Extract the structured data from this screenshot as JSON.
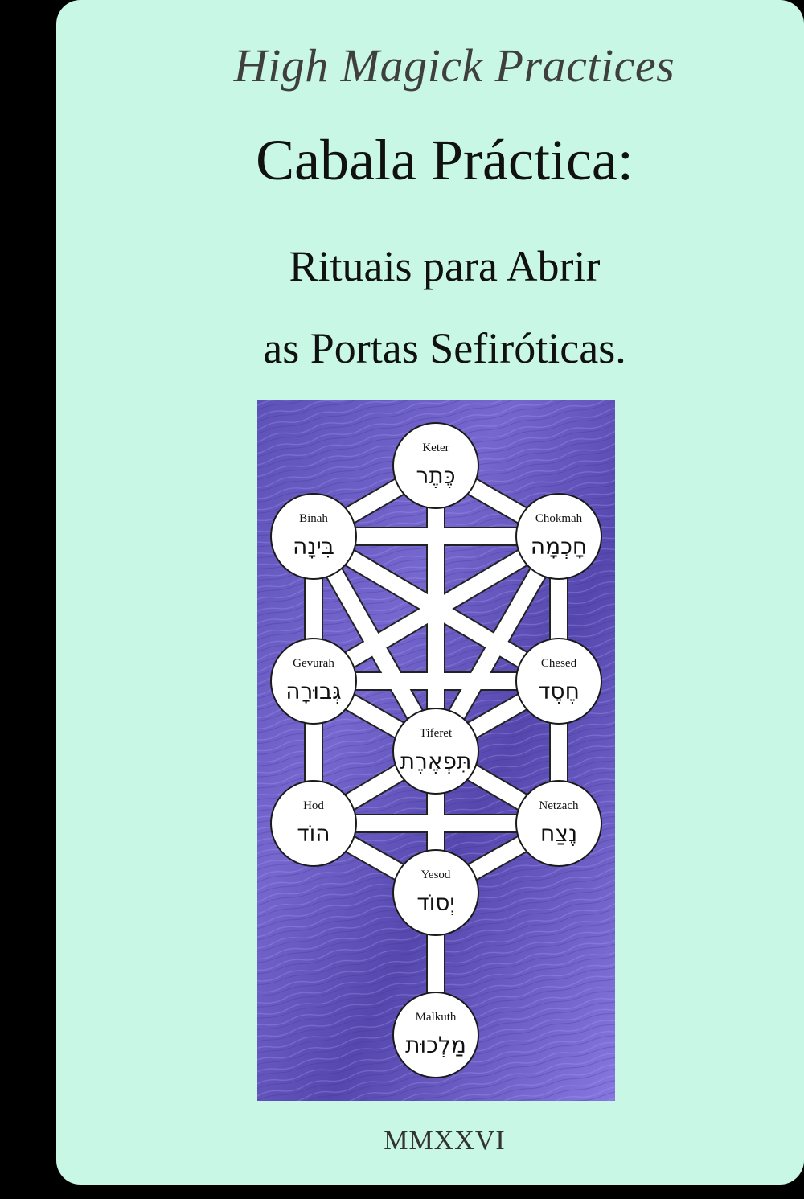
{
  "cover": {
    "series": "High Magick Practices",
    "title": "Cabala Práctica:",
    "subtitle_line1": "Rituais para Abrir",
    "subtitle_line2": "as Portas Sefiróticas.",
    "year": "MMXXVI"
  },
  "tree": {
    "sefirot": [
      {
        "id": "keter",
        "name": "Keter",
        "hebrew": "כֶּתֶר"
      },
      {
        "id": "chokmah",
        "name": "Chokmah",
        "hebrew": "חָכְמָה"
      },
      {
        "id": "binah",
        "name": "Binah",
        "hebrew": "בִּינָה"
      },
      {
        "id": "chesed",
        "name": "Chesed",
        "hebrew": "חֶסֶד"
      },
      {
        "id": "gevurah",
        "name": "Gevurah",
        "hebrew": "גְּבוּרָה"
      },
      {
        "id": "tiferet",
        "name": "Tiferet",
        "hebrew": "תִּפְאֶרֶת"
      },
      {
        "id": "netzach",
        "name": "Netzach",
        "hebrew": "נֶצַח"
      },
      {
        "id": "hod",
        "name": "Hod",
        "hebrew": "הוֹד"
      },
      {
        "id": "yesod",
        "name": "Yesod",
        "hebrew": "יְסוֹד"
      },
      {
        "id": "malkuth",
        "name": "Malkuth",
        "hebrew": "מַלְכוּת"
      }
    ]
  },
  "colors": {
    "background": "#000000",
    "cover": "#c9f7e6",
    "art_background": "#6a5cc4"
  }
}
